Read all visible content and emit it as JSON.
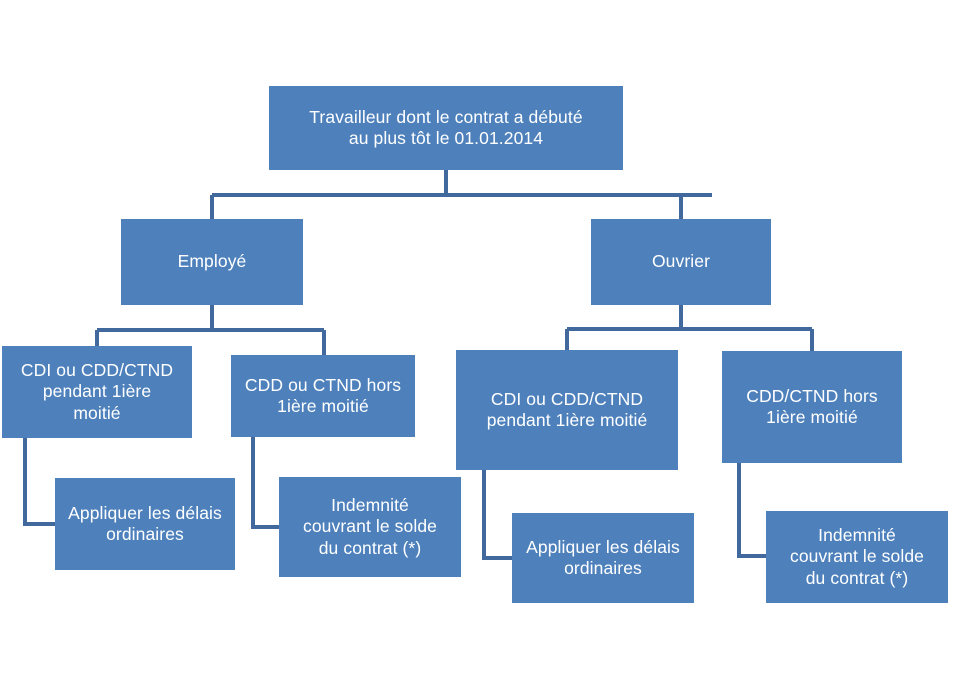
{
  "diagram": {
    "title": "Arbre de decision - delais de preavis",
    "type": "flowchart",
    "colors": {
      "node_fill": "#4E81BC",
      "node_text": "#FFFFFF",
      "connector": "#41699E",
      "background": "#FFFFFF"
    },
    "nodes": {
      "root": {
        "label": "Travailleur dont le contrat a débuté\nau plus tôt le 01.01.2014"
      },
      "employe": {
        "label": "Employé"
      },
      "ouvrier": {
        "label": "Ouvrier"
      },
      "employe_cdi": {
        "label": "CDI ou CDD/CTND\npendant 1ière\nmoitié"
      },
      "employe_cdd": {
        "label": "CDD ou CTND hors\n1ière moitié"
      },
      "ouvrier_cdi": {
        "label": "CDI ou CDD/CTND\npendant 1ière moitié"
      },
      "ouvrier_cdd": {
        "label": "CDD/CTND hors\n1ière moitié"
      },
      "employe_cdi_result": {
        "label": "Appliquer  les délais\nordinaires"
      },
      "employe_cdd_result": {
        "label": "Indemnité\ncouvrant le solde\ndu contrat (*)"
      },
      "ouvrier_cdi_result": {
        "label": "Appliquer  les délais\nordinaires"
      },
      "ouvrier_cdd_result": {
        "label": "Indemnité\ncouvrant le solde\ndu contrat (*)"
      }
    },
    "edges": [
      {
        "from": "root",
        "to": "employe"
      },
      {
        "from": "root",
        "to": "ouvrier"
      },
      {
        "from": "employe",
        "to": "employe_cdi"
      },
      {
        "from": "employe",
        "to": "employe_cdd"
      },
      {
        "from": "ouvrier",
        "to": "ouvrier_cdi"
      },
      {
        "from": "ouvrier",
        "to": "ouvrier_cdd"
      },
      {
        "from": "employe_cdi",
        "to": "employe_cdi_result"
      },
      {
        "from": "employe_cdd",
        "to": "employe_cdd_result"
      },
      {
        "from": "ouvrier_cdi",
        "to": "ouvrier_cdi_result"
      },
      {
        "from": "ouvrier_cdd",
        "to": "ouvrier_cdd_result"
      }
    ]
  }
}
